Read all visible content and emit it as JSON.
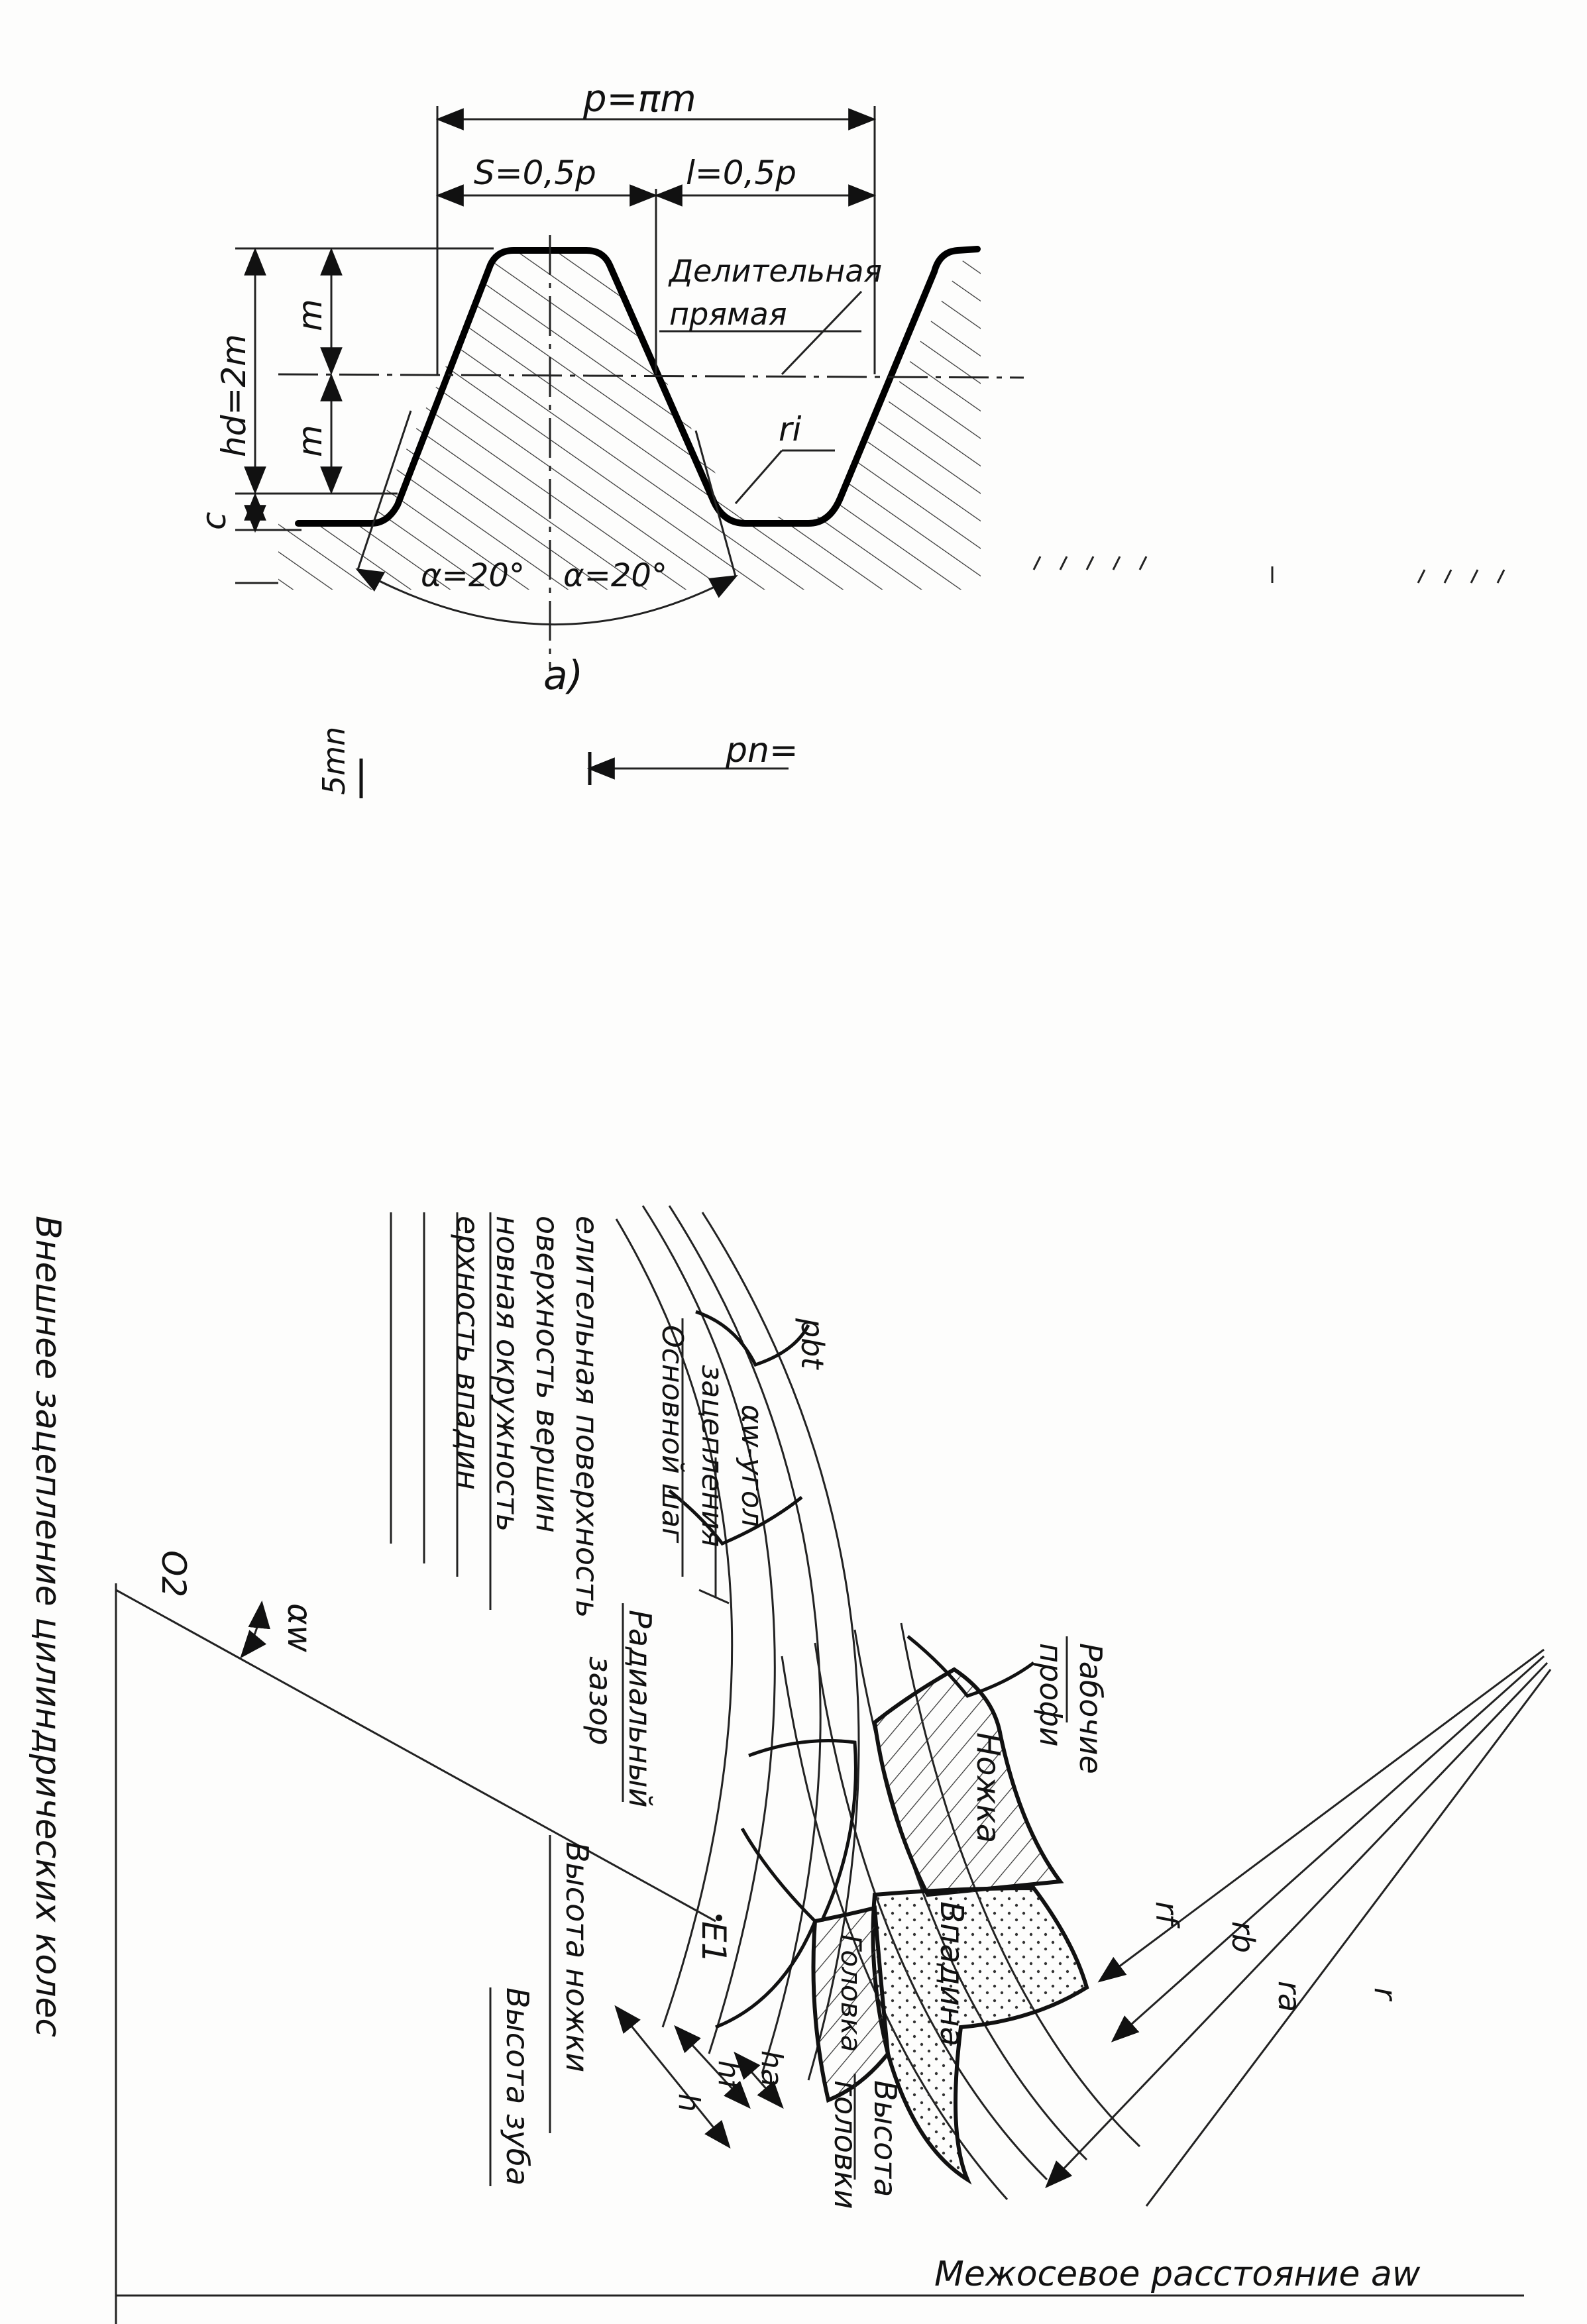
{
  "fig_a": {
    "pitch": "p=πm",
    "tooth_thickness": "S=0,5p",
    "space_width": "l=0,5p",
    "pitch_line_1": "Делительная",
    "pitch_line_2": "прямая",
    "tooth_height": "hd=2m",
    "addendum_m": "m",
    "dedendum_m": "m",
    "fillet_radius": "ri",
    "clearance": "c",
    "angle_left": "α=20°",
    "angle_right": "α=20°",
    "figure_label": "а)",
    "stub_module": "5mn",
    "stub_pitch": "pn="
  },
  "fig_b": {
    "caption": "Внешнее зацепление цилиндрических колес",
    "center_distance": "Межосевое расстояние aw",
    "center_point": "O2",
    "angle": "αw",
    "point_e": "E1",
    "left_labels": [
      "елительная поверхность",
      "оверхность вершин",
      "новная окружность",
      "ерхность впадин"
    ],
    "inner_labels": [
      "Основной шаг",
      "зацепления",
      "αw-угол"
    ],
    "radial_clearance": [
      "Радиальный",
      "зазор"
    ],
    "tooth_height": "Высота зуба",
    "dedendum_height": "Высота ножки",
    "addendum_height": [
      "Высота",
      "головки"
    ],
    "working": [
      "Рабочие",
      "профи"
    ],
    "pbt": "pbt",
    "nozhka": "Ножка",
    "vpadina": "Впадина",
    "golovka": "Головка",
    "h": "h",
    "hf": "hf",
    "ha": "ha",
    "radii": [
      "rf",
      "rb",
      "ra",
      "r"
    ]
  }
}
